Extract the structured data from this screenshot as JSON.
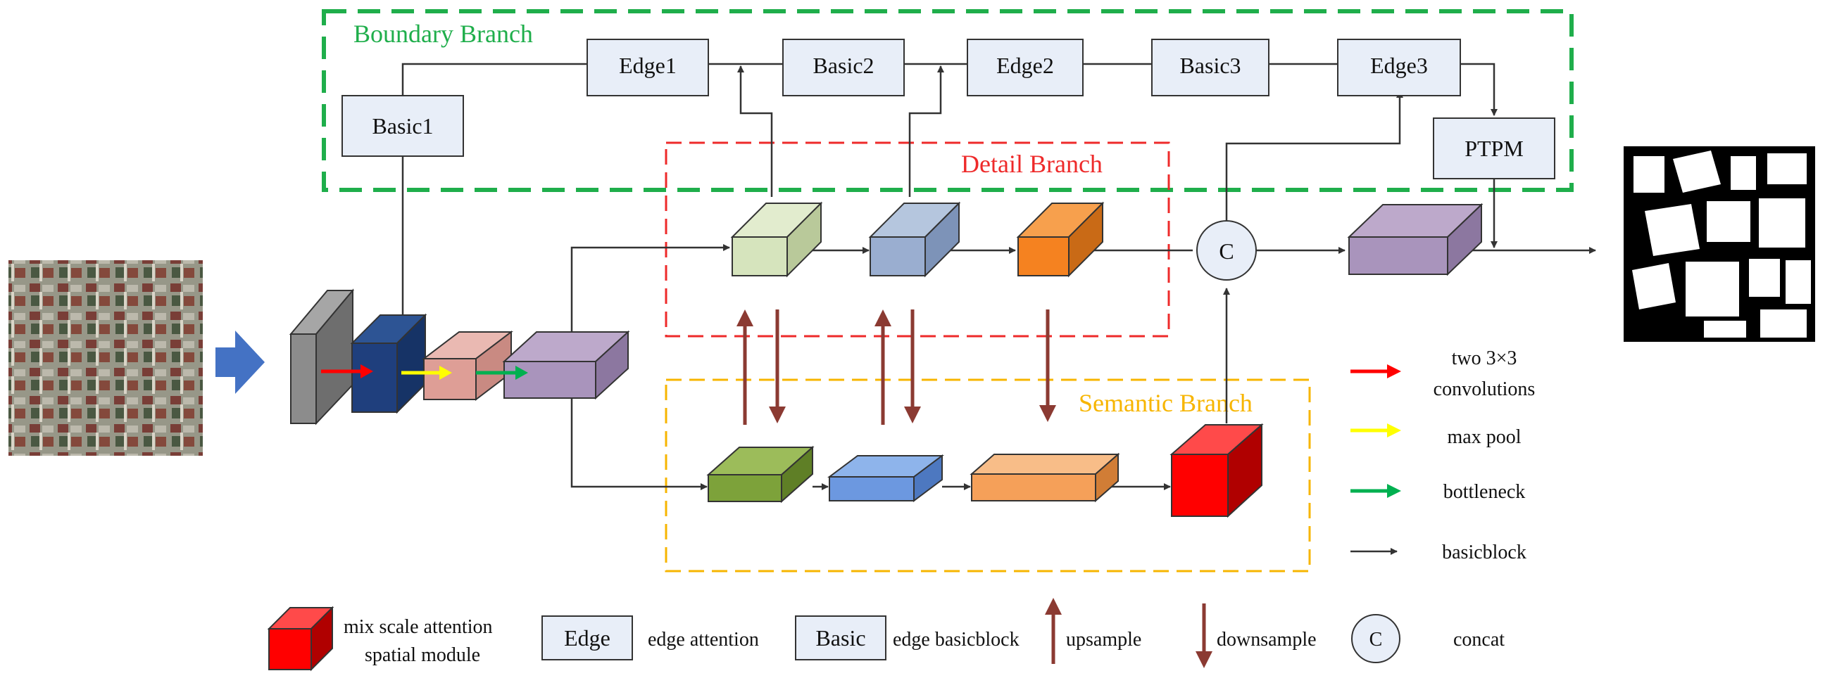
{
  "diagram": {
    "boundary_branch": {
      "title": "Boundary Branch",
      "color": "#1fae4b"
    },
    "detail_branch": {
      "title": "Detail Branch",
      "color": "#ee2a2a"
    },
    "semantic_branch": {
      "title": "Semantic Branch",
      "color": "#f7b500"
    },
    "modules": {
      "basic1": "Basic1",
      "edge1": "Edge1",
      "basic2": "Basic2",
      "edge2": "Edge2",
      "basic3": "Basic3",
      "edge3": "Edge3",
      "ptpm": "PTPM"
    },
    "concat_symbol": "C",
    "legend": {
      "two_conv_line1": "two 3×3",
      "two_conv_line2": "convolutions",
      "max_pool": "max pool",
      "bottleneck": "bottleneck",
      "basicblock": "basicblock",
      "mix_line1": "mix scale attention",
      "mix_line2": "spatial module",
      "edge_box": "Edge",
      "edge_attention": "edge attention",
      "basic_box": "Basic",
      "edge_basicblock": "edge basicblock",
      "upsample": "upsample",
      "downsample": "downsample",
      "concat_symbol": "C",
      "concat": "concat"
    },
    "colors": {
      "module_fill": "#e8eef8",
      "arrow_red": "#ff0000",
      "arrow_yellow": "#ffff00",
      "arrow_green": "#00b050",
      "sample_arrow": "#8b3a32",
      "input_arrow": "#4472c4"
    }
  }
}
